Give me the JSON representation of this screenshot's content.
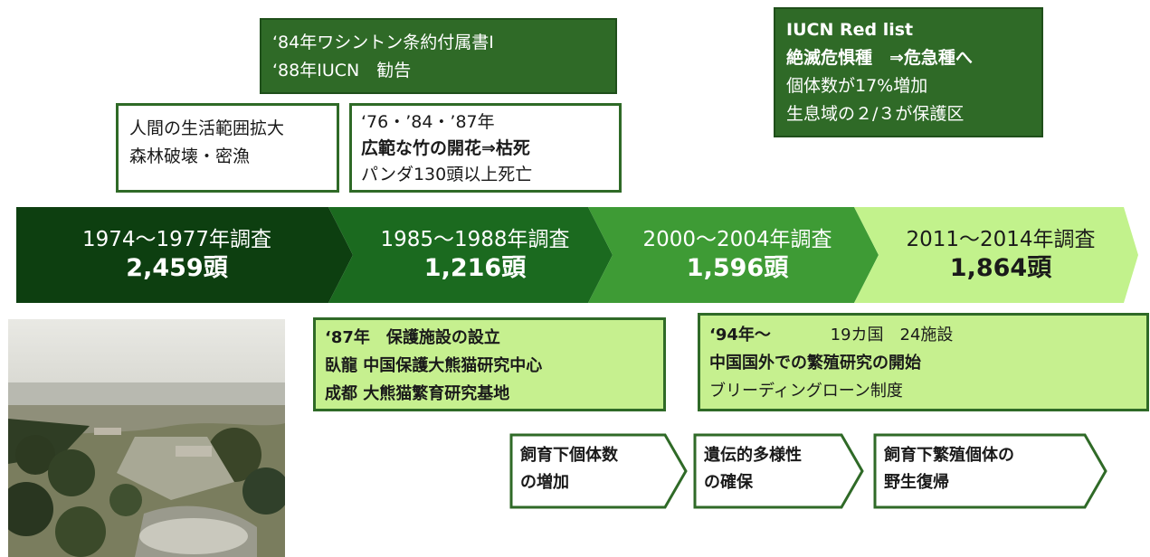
{
  "top_box": {
    "lines": [
      "‘84年ワシントン条約付属書Ⅰ",
      "‘88年IUCN　勧告"
    ]
  },
  "iucn_box": {
    "line1": "IUCN Red list",
    "line2": "絶滅危惧種　⇒危急種へ",
    "line3": "個体数が17%増加",
    "line4": "生息域の２/３が保護区"
  },
  "threat_box": {
    "line1": "人間の生活範囲拡大",
    "line2": "森林破壊・密漁"
  },
  "bamboo_box": {
    "line1": "‘76・’84・’87年",
    "line2": "広範な竹の開花⇒枯死",
    "line3": "パンダ130頭以上死亡"
  },
  "timeline": [
    {
      "years": "1974〜1977年調査",
      "count": "2,459頭",
      "color": "#0d3f10"
    },
    {
      "years": "1985〜1988年調査",
      "count": "1,216頭",
      "color": "#1b6a1f"
    },
    {
      "years": "2000〜2004年調査",
      "count": "1,596頭",
      "color": "#3e9b35"
    },
    {
      "years": "2011〜2014年調査",
      "count": "1,864頭",
      "color": "#c2f28c"
    }
  ],
  "facility_box": {
    "line1": "‘87年　保護施設の設立",
    "line2": "臥龍 中国保護大熊猫研究中心",
    "line3": "成都 大熊猫繁育研究基地"
  },
  "intl_box": {
    "line1a": "‘94年〜",
    "line1b": "19カ国　24施設",
    "line2": "中国国外での繁殖研究の開始",
    "line3": "ブリーディングローン制度"
  },
  "chevrons": [
    {
      "line1": "飼育下個体数",
      "line2": "の増加"
    },
    {
      "line1": "遺伝的多様性",
      "line2": "の確保"
    },
    {
      "line1": "飼育下繁殖個体の",
      "line2": "野生復帰"
    }
  ],
  "colors": {
    "dark_green": "#2f6a27",
    "light_green": "#c6f08f",
    "border_green": "#2f6a27"
  }
}
